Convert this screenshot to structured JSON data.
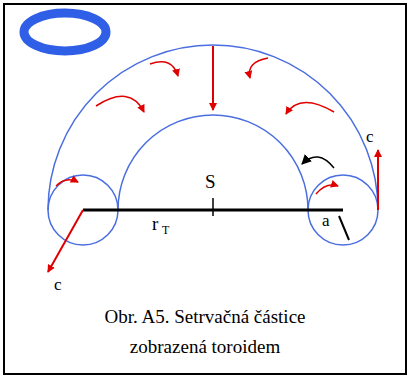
{
  "diagram": {
    "caption": "Obr. A5. Setrvačná částice zobrazená toroidem",
    "labels": [
      "S",
      "r",
      "T",
      "a",
      "c",
      "c"
    ]
  }
}
